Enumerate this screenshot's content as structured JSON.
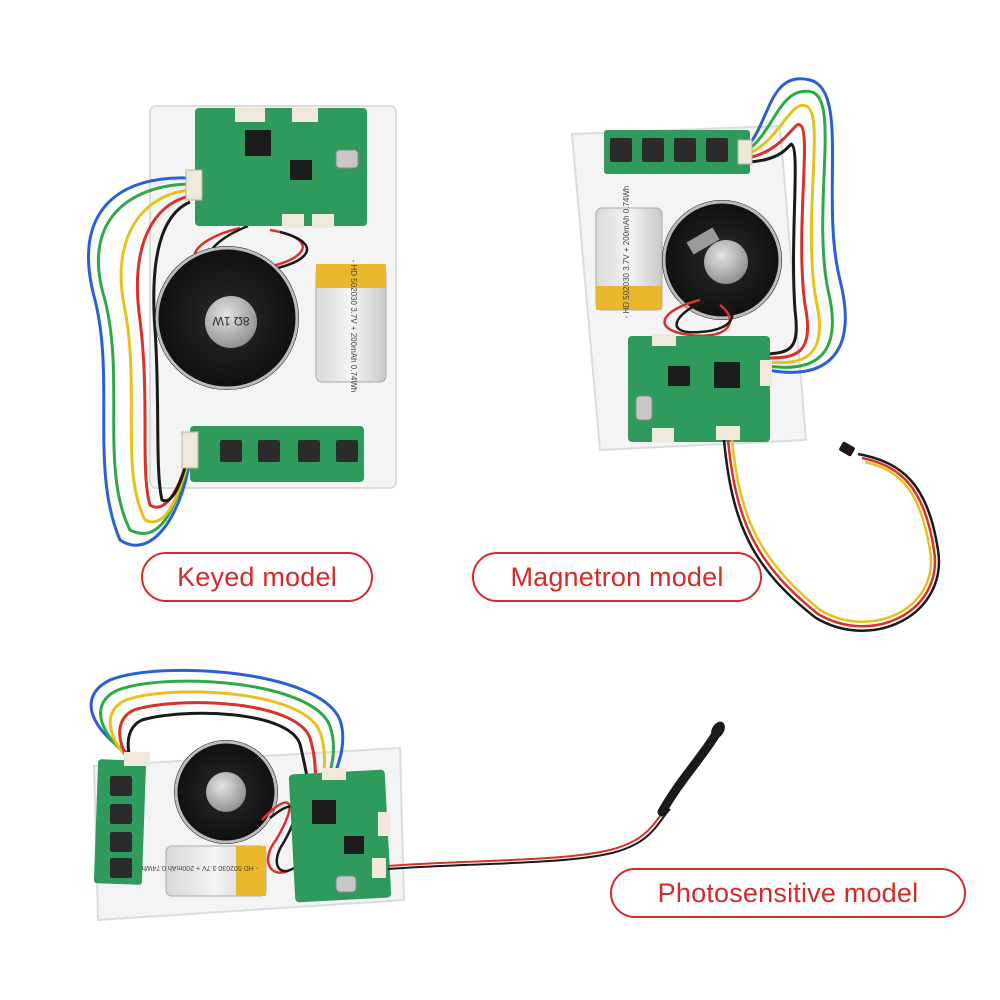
{
  "labels": {
    "keyed": "Keyed model",
    "magnetron": "Magnetron model",
    "photosensitive": "Photosensitive model"
  },
  "board_text": {
    "battery_keyed": "- HD 502030 3.7V + 200mAh 0.74Wh",
    "battery_magnetron": "- HD 502030 3.7V + 200mAh 0.74Wh",
    "battery_photo": "- HD 502030 3.7V + 200mAh 0.74Wh",
    "speaker": "8Ω 1W"
  },
  "colors": {
    "label_accent": "#d42a2a",
    "pcb_green": "#2e9a5b",
    "wire_blue": "#2b5fd6",
    "wire_green": "#2fa84a",
    "wire_yellow": "#e7c21f",
    "wire_red": "#d8322a",
    "wire_black": "#1a1a1a"
  },
  "icons": [
    "speaker-icon",
    "battery-icon",
    "button-icon",
    "usb-c-icon",
    "connector-icon",
    "sensor-icon"
  ]
}
